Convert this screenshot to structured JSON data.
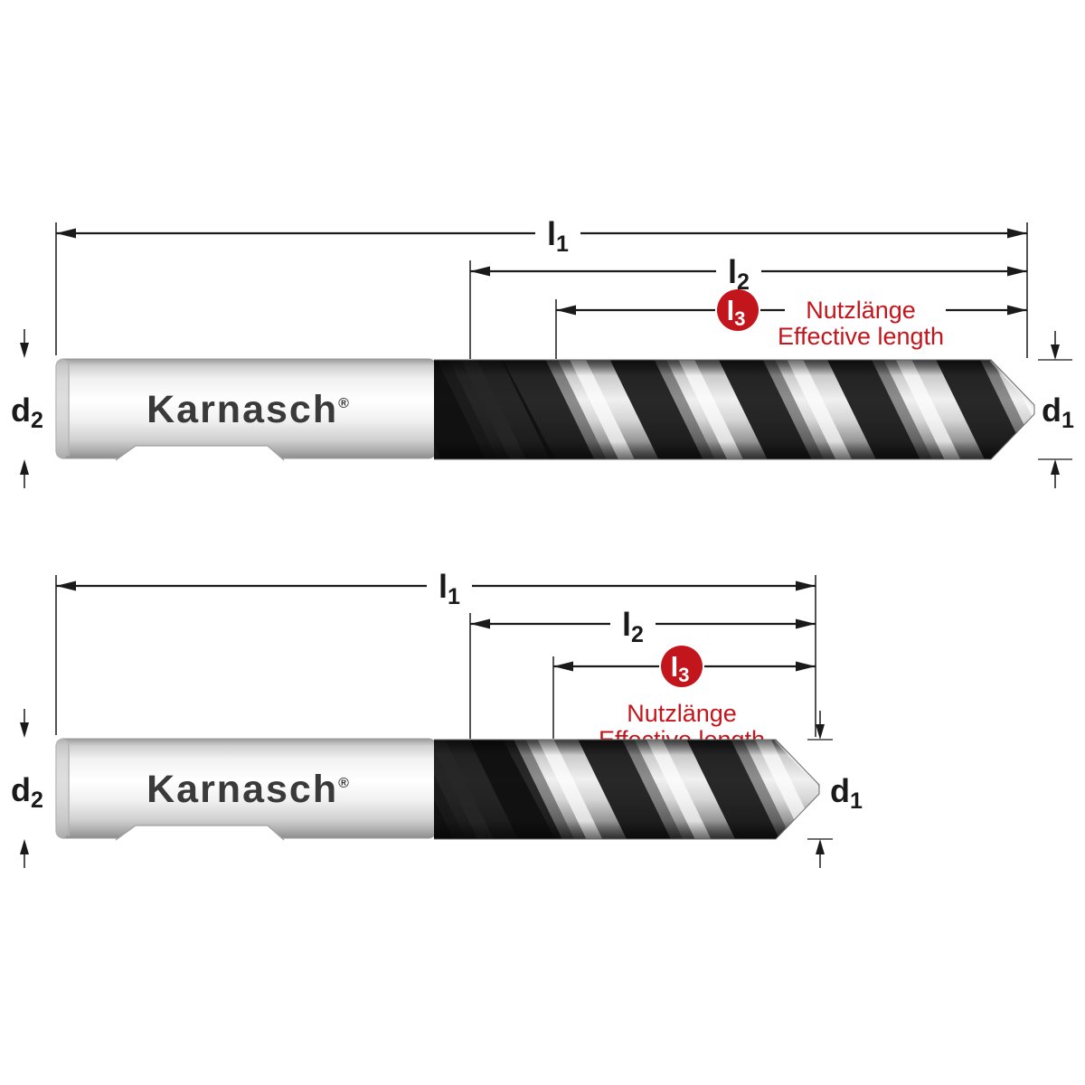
{
  "figure": {
    "brand": {
      "name": "Karnasch",
      "registered": "®"
    },
    "dims": {
      "l1": {
        "base": "l",
        "sub": "1"
      },
      "l2": {
        "base": "l",
        "sub": "2"
      },
      "l3": {
        "base": "l",
        "sub": "3"
      },
      "d1": {
        "base": "d",
        "sub": "1"
      },
      "d2": {
        "base": "d",
        "sub": "2"
      }
    },
    "annotations": {
      "nutzlaenge": "Nutzlänge",
      "effective_length": "Effective length"
    },
    "colors": {
      "accent_red": "#c3161c",
      "line": "#1a1a1a",
      "brand_text": "#3a3a3a",
      "background": "#ffffff"
    }
  }
}
